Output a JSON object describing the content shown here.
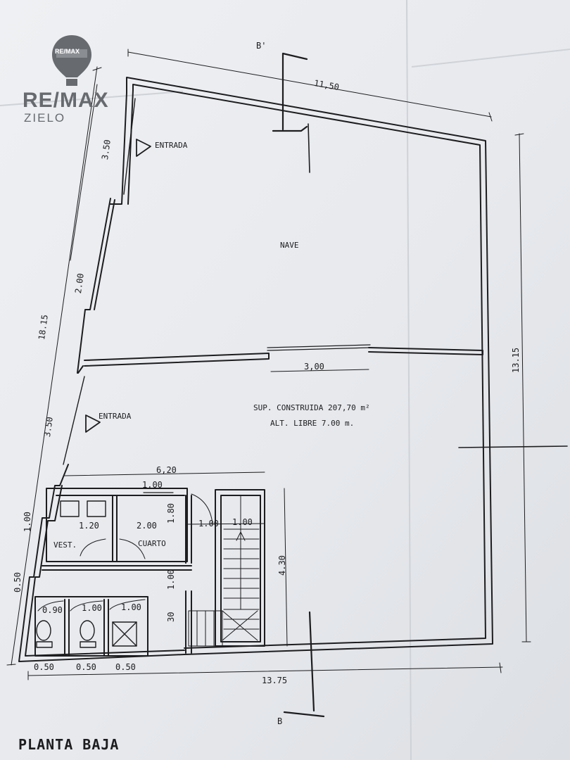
{
  "logo": {
    "brand": "RE/MAX",
    "sub": "ZIELO",
    "balloon_text": "RE/MAX",
    "color": "#676a6f"
  },
  "plan": {
    "title": "PLANTA BAJA",
    "rooms": {
      "nave": "NAVE",
      "vest": "VEST.",
      "cuarto": "CUARTO"
    },
    "entrances": [
      "ENTRADA",
      "ENTRADA"
    ],
    "area": "SUP. CONSTRUIDA 207,70 m²",
    "height": "ALT. LIBRE 7.00 m.",
    "section_marks": [
      "B'",
      "B"
    ],
    "dims": {
      "top": "11,50",
      "right": "13.15",
      "bottom": "13.75",
      "left_total": "18.15",
      "left_upper": "3.50",
      "left_mid": "2.00",
      "left_lower": "3.50",
      "partition_gap": "3,00",
      "service_width": "6,20",
      "stair_depth": "4.30",
      "door_100_a": "1.00",
      "door_100_b": "1.00",
      "door_100_c": "1.00",
      "vest_w": "1.20",
      "cuarto_w": "2.00",
      "wall_180": "1.80",
      "wall_100": "1.00",
      "left_100": "1.00",
      "left_050": "0.50",
      "wc_090": "0.90",
      "wc_100_a": "1.00",
      "wc_100_b": "1.00",
      "bot_050_a": "0.50",
      "bot_050_b": "0.50",
      "bot_050_c": "0.50",
      "step_30": "30"
    },
    "colors": {
      "ink": "#1d1d1f",
      "paper": "#e9ebee"
    }
  }
}
